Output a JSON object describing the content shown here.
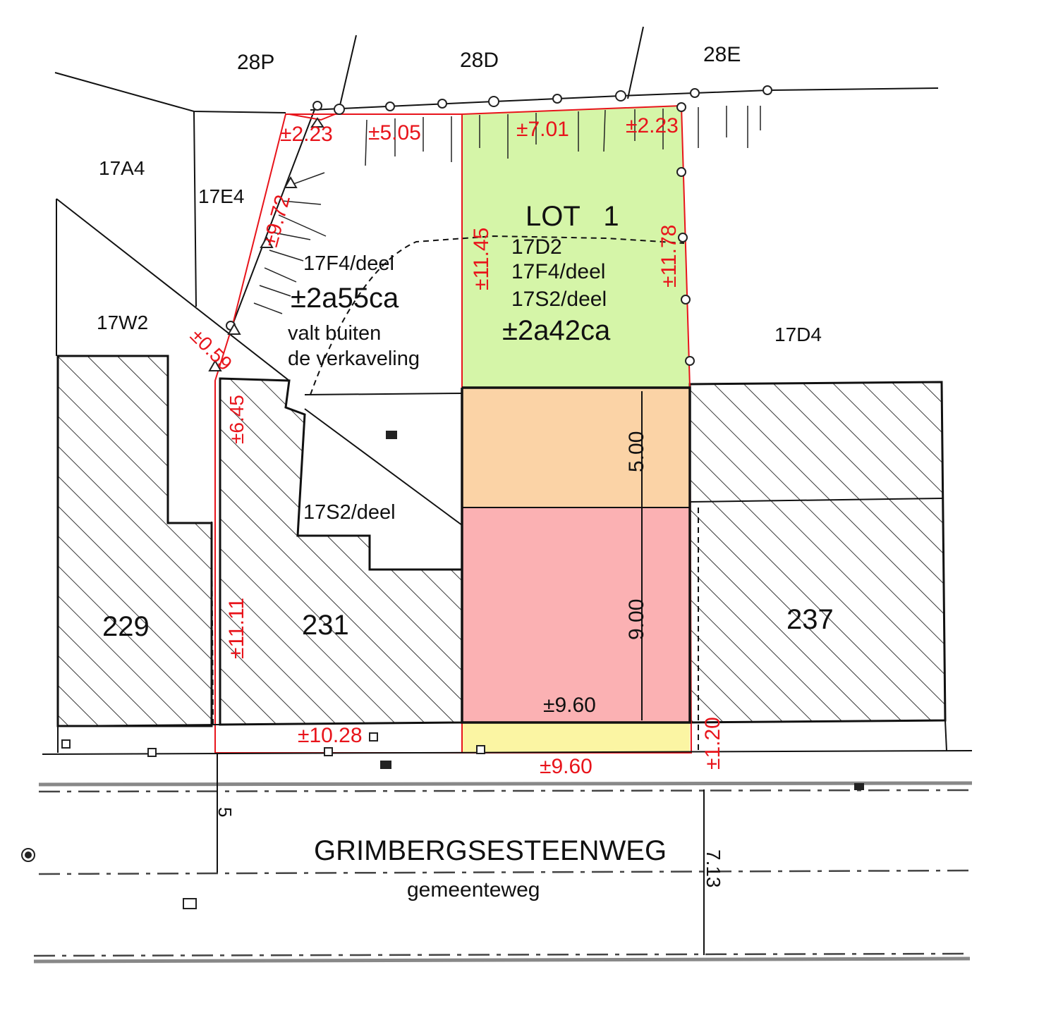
{
  "parcels": {
    "p28P": "28P",
    "p28D": "28D",
    "p28E": "28E",
    "p17A4": "17A4",
    "p17E4": "17E4",
    "p17W2": "17W2",
    "p17D4": "17D4",
    "p17S2deel": "17S2/deel"
  },
  "outside_area": {
    "name": "17F4/deel",
    "area": "±2a55ca",
    "note_line1": "valt buiten",
    "note_line2": "de verkaveling"
  },
  "lot": {
    "title": "LOT   1",
    "line1": "17D2",
    "line2": "17F4/deel",
    "line3": "17S2/deel",
    "area": "±2a42ca"
  },
  "buildings": {
    "b229": "229",
    "b231": "231",
    "b237": "237"
  },
  "dimensions": {
    "d223a": "±2.23",
    "d505": "±5.05",
    "d701": "±7.01",
    "d223b": "±2.23",
    "d972": "±9.72",
    "d1145": "±11.45",
    "d1178": "±11.78",
    "d059": "±0.59",
    "d645": "±6.45",
    "d1111": "±11.11",
    "d1028": "±10.28",
    "d960_front": "±9.60",
    "d120": "±1.20",
    "d960_inner": "±9.60",
    "d500": "5.00",
    "d900": "9.00",
    "d5": "5",
    "d713": "7.13"
  },
  "street": {
    "name": "GRIMBERGSESTEENWEG",
    "type": "gemeenteweg"
  },
  "colors": {
    "lot_garden": "#d5f5a8",
    "lot_orange": "#fbd3a6",
    "lot_pink": "#fbb1b3",
    "lot_yellow": "#fbf5a3",
    "dimension_red": "#e8141b"
  }
}
